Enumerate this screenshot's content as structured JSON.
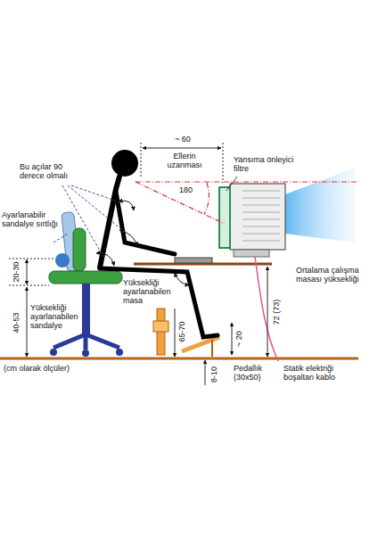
{
  "diagram": {
    "labels": [
      "~ 60",
      "Ellerin uzanması",
      "Bu açılar 90 derece olmalı",
      "180",
      "Yansıma önleyici filtre",
      "Ayarlanabilir sandalye sırtlığı",
      "20-30",
      "Yüksekliği ayarlanabilen masa",
      "Ortalama çalışma masası yüksekliği",
      "40-53",
      "Yüksekliği ayarlanabilen sandalye",
      "65-70",
      "72 (73)",
      "~ 20",
      "(cm olarak ölçüler)",
      "8-10",
      "Pedallık (30x50)",
      "Statik elektriği boşaltan kablo"
    ]
  }
}
